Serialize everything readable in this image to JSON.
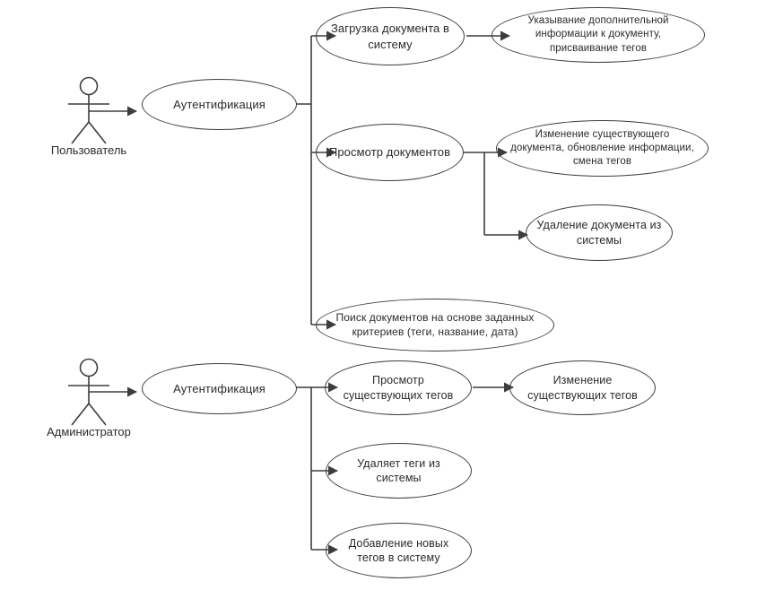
{
  "diagram": {
    "title": "Use case diagram",
    "stroke_color": "#3d3d3d",
    "text_color": "#2b2b2b",
    "background": "#ffffff",
    "actors": [
      {
        "id": "user",
        "label": "Пользователь"
      },
      {
        "id": "admin",
        "label": "Администратор"
      }
    ],
    "use_cases": [
      {
        "id": "auth-user",
        "label": "Аутентификация",
        "font_size": 13
      },
      {
        "id": "upload-doc",
        "label": "Загрузка документа в\nсистему",
        "font_size": 13
      },
      {
        "id": "extra-info",
        "label": "Указывание дополнительной\nинформации к документу,\nприсваивание тегов",
        "font_size": 11.5
      },
      {
        "id": "view-docs",
        "label": "Просмотр документов",
        "font_size": 13
      },
      {
        "id": "edit-doc",
        "label": "Изменение существующего\nдокумента, обновление информации,\nсмена тегов",
        "font_size": 11.5
      },
      {
        "id": "delete-doc",
        "label": "Удаление документа из\nсистемы",
        "font_size": 12.5
      },
      {
        "id": "search-docs",
        "label": "Поиск документов на основе заданных\nкритериев (теги, название, дата)",
        "font_size": 12
      },
      {
        "id": "auth-admin",
        "label": "Аутентификация",
        "font_size": 13
      },
      {
        "id": "view-tags",
        "label": "Просмотр\nсуществующих тегов",
        "font_size": 12.5
      },
      {
        "id": "edit-tags",
        "label": "Изменение\nсуществующих тегов",
        "font_size": 12.5
      },
      {
        "id": "delete-tags",
        "label": "Удаляет теги из\nсистемы",
        "font_size": 12.5
      },
      {
        "id": "add-tags",
        "label": "Добавление новых\nтегов в систему",
        "font_size": 12.5
      }
    ],
    "connections": [
      {
        "from": "user",
        "to": "auth-user"
      },
      {
        "from": "auth-user",
        "to": "upload-doc"
      },
      {
        "from": "upload-doc",
        "to": "extra-info"
      },
      {
        "from": "auth-user",
        "to": "view-docs"
      },
      {
        "from": "view-docs",
        "to": "edit-doc"
      },
      {
        "from": "view-docs",
        "to": "delete-doc"
      },
      {
        "from": "auth-user",
        "to": "search-docs"
      },
      {
        "from": "admin",
        "to": "auth-admin"
      },
      {
        "from": "auth-admin",
        "to": "view-tags"
      },
      {
        "from": "view-tags",
        "to": "edit-tags"
      },
      {
        "from": "auth-admin",
        "to": "delete-tags"
      },
      {
        "from": "auth-admin",
        "to": "add-tags"
      }
    ]
  }
}
